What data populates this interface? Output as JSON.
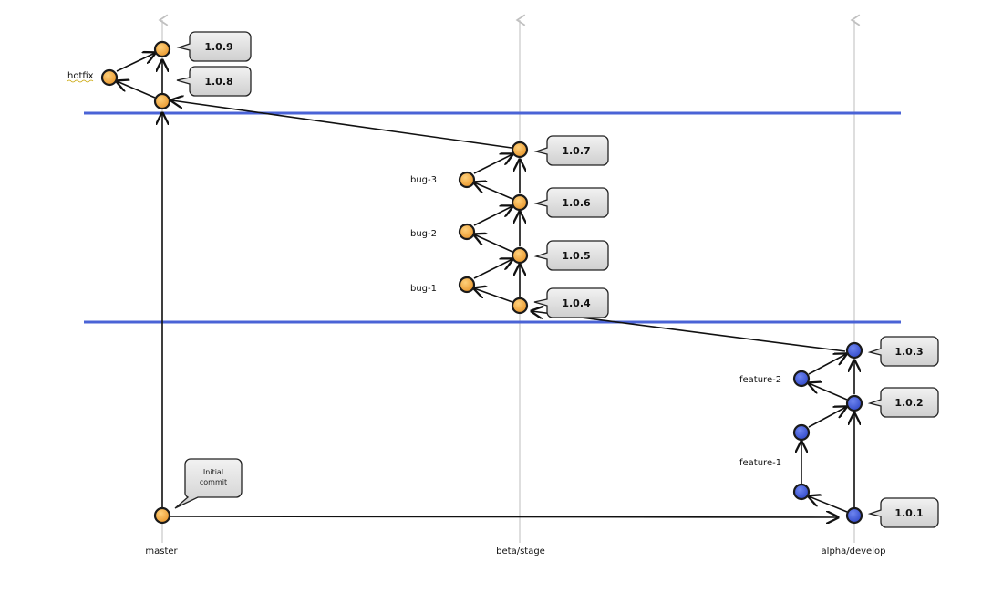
{
  "lanes": [
    {
      "id": "master",
      "label": "master"
    },
    {
      "id": "beta",
      "label": "beta/stage"
    },
    {
      "id": "alpha",
      "label": "alpha/develop"
    }
  ],
  "branch_labels": [
    {
      "id": "hotfix",
      "label": "hotfix"
    },
    {
      "id": "bug3",
      "label": "bug-3"
    },
    {
      "id": "bug2",
      "label": "bug-2"
    },
    {
      "id": "bug1",
      "label": "bug-1"
    },
    {
      "id": "feature2",
      "label": "feature-2"
    },
    {
      "id": "feature1",
      "label": "feature-1"
    }
  ],
  "tags": [
    {
      "id": "t109",
      "label": "1.0.9"
    },
    {
      "id": "t108",
      "label": "1.0.8"
    },
    {
      "id": "t107",
      "label": "1.0.7"
    },
    {
      "id": "t106",
      "label": "1.0.6"
    },
    {
      "id": "t105",
      "label": "1.0.5"
    },
    {
      "id": "t104",
      "label": "1.0.4"
    },
    {
      "id": "t103",
      "label": "1.0.3"
    },
    {
      "id": "t102",
      "label": "1.0.2"
    },
    {
      "id": "t101",
      "label": "1.0.1"
    }
  ],
  "initial_note": {
    "line1": "Initial",
    "line2": "commit"
  },
  "colors": {
    "orange_node": "#f0a53a",
    "blue_node": "#3e58d8",
    "separator": "#4a63d6",
    "lane_line": "#c8c8c8",
    "arrow": "#111111"
  }
}
